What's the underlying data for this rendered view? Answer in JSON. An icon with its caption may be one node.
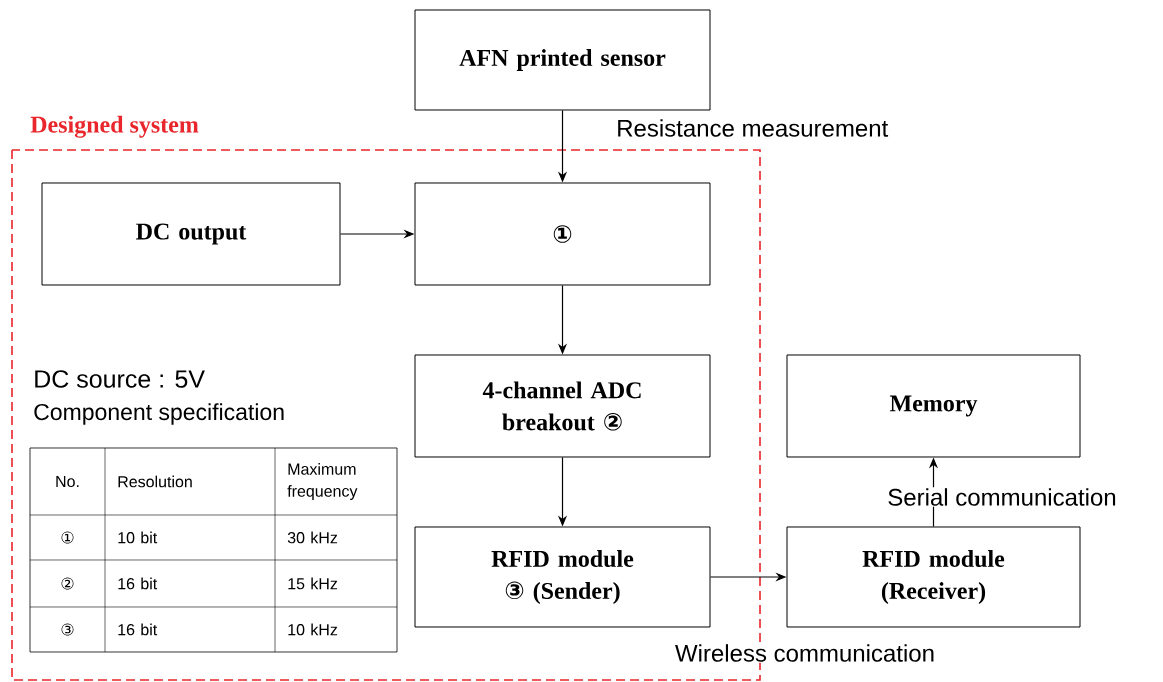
{
  "diagram": {
    "nodes": [
      {
        "text": [
          "AFN printed sensor"
        ]
      },
      {
        "text": [
          "Designed system"
        ]
      },
      {
        "text": [
          "DC output"
        ],
        "in": 1
      },
      {
        "text": [
          "①"
        ],
        "in": 1
      },
      {
        "text": [
          "4-channel ADC breakout ②"
        ],
        "in": 1
      },
      {
        "text": [
          "RFID module ③ (Sender)"
        ],
        "in": 1
      },
      {
        "text": [
          "Memory"
        ]
      },
      {
        "text": [
          "RFID module (Receiver)"
        ]
      }
    ],
    "edges": [
      {
        "from": 0,
        "to": 3,
        "arrow": "to",
        "label": "Resistance  measurement"
      },
      {
        "from": 2,
        "to": 3,
        "arrow": "to"
      },
      {
        "from": 3,
        "to": 4,
        "arrow": "to"
      },
      {
        "from": 4,
        "to": 5,
        "arrow": "to"
      },
      {
        "from": 5,
        "to": 7,
        "arrow": "to",
        "label": "Wireless communication"
      },
      {
        "from": 7,
        "to": 6,
        "arrow": "to",
        "label": "Serial communication"
      }
    ],
    "labels": [
      "DC source : 5V",
      "Component specification",
      "No.",
      "Resolution",
      "Maximum frequency",
      "①",
      "10 bit",
      "30 kHz",
      "②",
      "16 bit",
      "15 kHz",
      "③",
      "16 bit",
      "10 kHz"
    ]
  }
}
